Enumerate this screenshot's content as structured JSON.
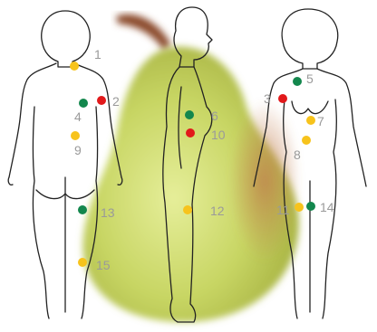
{
  "colors": {
    "green": "#13874d",
    "red": "#e2191b",
    "yellow": "#f7c31c",
    "label": "#9a9a9a",
    "outline": "#222222",
    "pear_light": "#dfe88a",
    "pear_mid": "#b9c952",
    "pear_blush": "#c07a4a",
    "stem": "#8a4a2a"
  },
  "markers": [
    {
      "label": "1",
      "figure": "back",
      "color": "yellow"
    },
    {
      "label": "2",
      "figure": "back",
      "color": "red"
    },
    {
      "label": "4",
      "figure": "back",
      "color": "green"
    },
    {
      "label": "9",
      "figure": "back",
      "color": "yellow"
    },
    {
      "label": "13",
      "figure": "back",
      "color": "green"
    },
    {
      "label": "15",
      "figure": "back",
      "color": "yellow"
    },
    {
      "label": "6",
      "figure": "side",
      "color": "green"
    },
    {
      "label": "10",
      "figure": "side",
      "color": "red"
    },
    {
      "label": "12",
      "figure": "side",
      "color": "yellow"
    },
    {
      "label": "5",
      "figure": "front",
      "color": "green"
    },
    {
      "label": "3",
      "figure": "front",
      "color": "red"
    },
    {
      "label": "7",
      "figure": "front",
      "color": "yellow"
    },
    {
      "label": "8",
      "figure": "front",
      "color": "yellow"
    },
    {
      "label": "11",
      "figure": "front",
      "color": "yellow"
    },
    {
      "label": "14",
      "figure": "front",
      "color": "green"
    }
  ]
}
